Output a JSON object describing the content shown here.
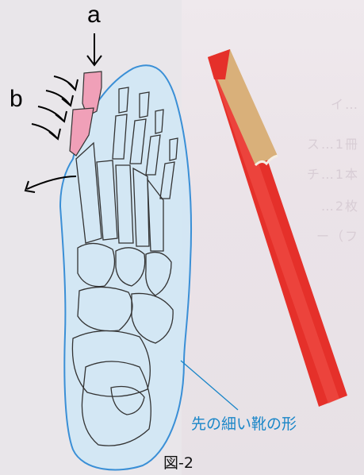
{
  "figure": {
    "label_a": "a",
    "label_b": "b",
    "caption": "先の細い靴の形",
    "figure_number": "図-2"
  },
  "background": {
    "lines": [
      "イ…",
      "ス…1冊",
      "チ…1本",
      "…2枚",
      "ー（フ"
    ]
  },
  "colors": {
    "shoe_outline": "#3a8fd6",
    "shoe_fill": "#cfe6f6",
    "toe_highlight": "#f0a0b8",
    "pencil_body": "#e5302a",
    "pencil_wood": "#d9b07a",
    "caption": "#1a86c8"
  }
}
